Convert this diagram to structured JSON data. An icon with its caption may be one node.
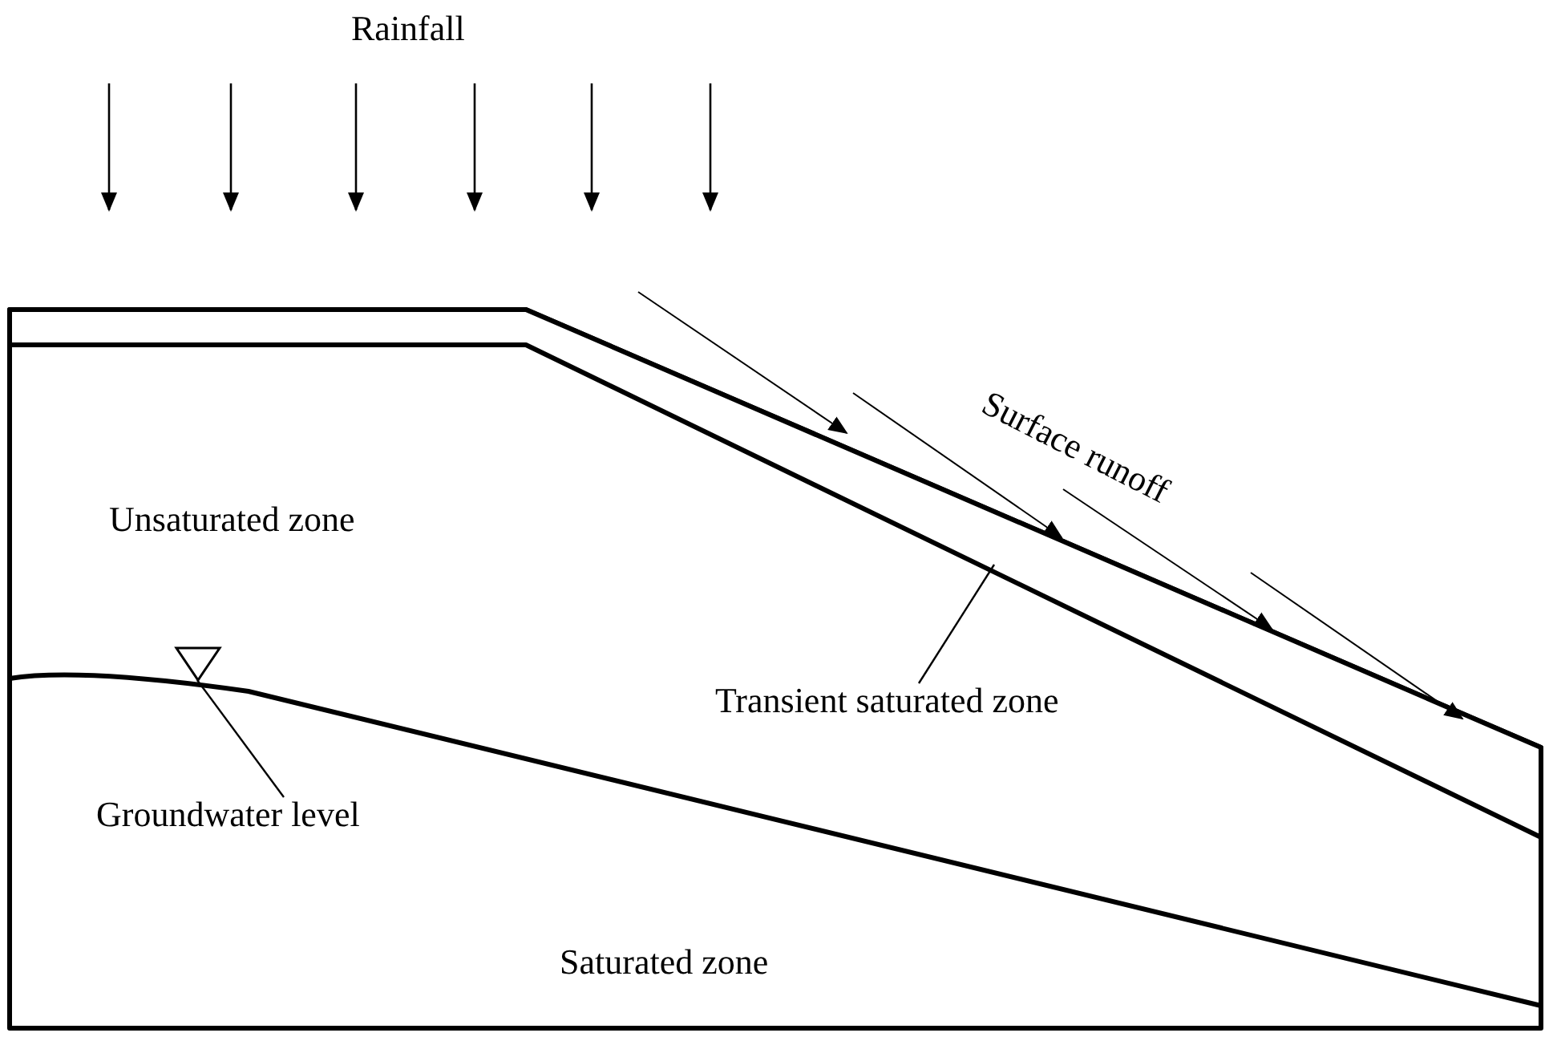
{
  "diagram": {
    "nodes": [
      {
        "text": [
          "Transient saturated zone"
        ]
      },
      {
        "text": [],
        "shape": "band"
      },
      {
        "text": [
          "Groundwater level"
        ]
      },
      {
        "text": [],
        "shape": "triangle"
      }
    ],
    "edges": [
      {
        "from": 0,
        "to": 1,
        "arrow": "none"
      },
      {
        "from": 2,
        "to": 3,
        "arrow": "none"
      }
    ],
    "labels": [
      "Rainfall",
      "Surface runoff",
      "Unsaturated zone",
      "Saturated zone"
    ]
  }
}
